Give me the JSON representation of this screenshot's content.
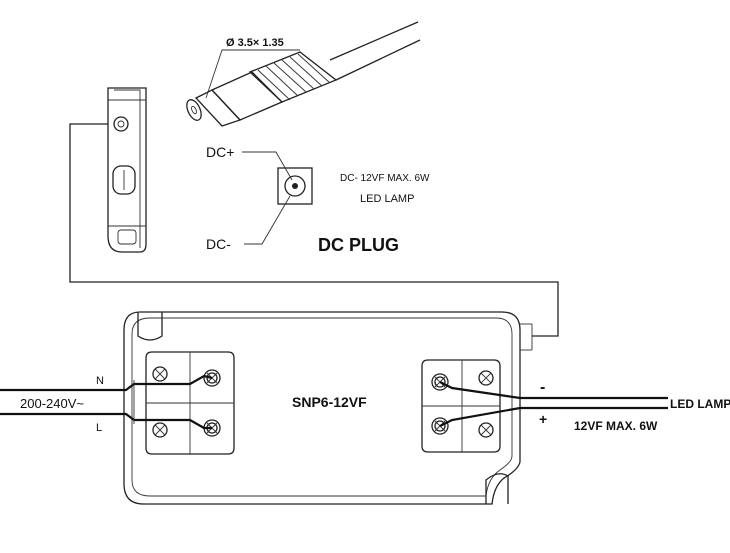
{
  "labels": {
    "plug_size": "Ø 3.5× 1.35",
    "dc_plus": "DC+",
    "dc_minus": "DC-",
    "rating_line": "DC- 12VF MAX.  6W",
    "led_lamp_small": "LED LAMP",
    "dc_plug_title": "DC  PLUG",
    "input_n": "N",
    "input_l": "L",
    "input_voltage": "200-240V~",
    "model": "SNP6-12VF",
    "output_minus": "-",
    "output_plus": "+",
    "output_led_lamp": "LED LAMP",
    "output_rating": "12VF MAX.  6W"
  }
}
